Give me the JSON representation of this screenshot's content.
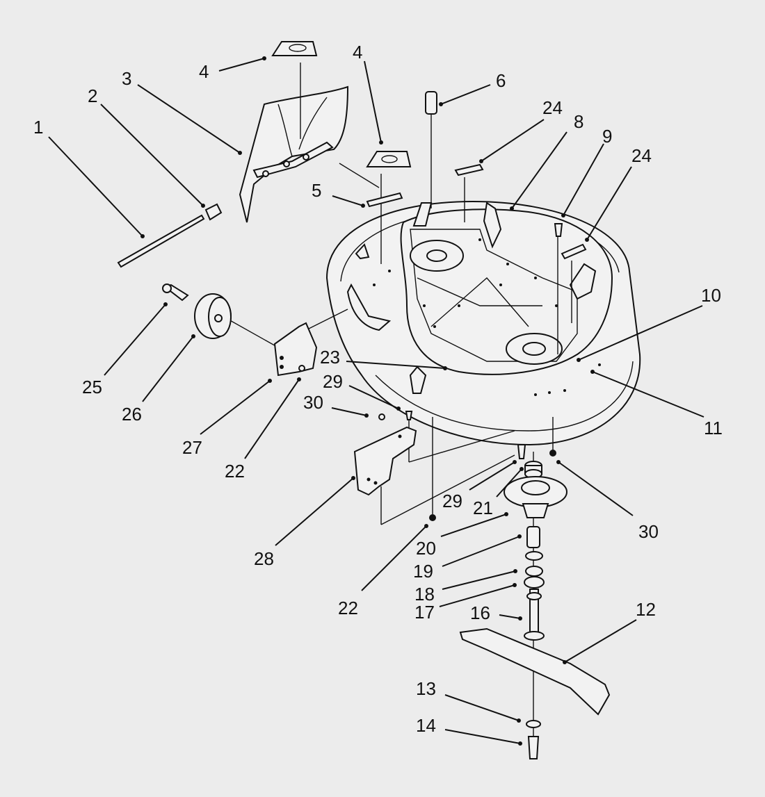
{
  "labels": {
    "l1": "1",
    "l2": "2",
    "l3": "3",
    "l4a": "4",
    "l4b": "4",
    "l5": "5",
    "l6": "6",
    "l24a": "24",
    "l8": "8",
    "l9": "9",
    "l24b": "24",
    "l10": "10",
    "l11": "11",
    "l23": "23",
    "l25": "25",
    "l26": "26",
    "l27": "27",
    "l22a": "22",
    "l29a": "29",
    "l30a": "30",
    "l28": "28",
    "l29b": "29",
    "l21": "21",
    "l30b": "30",
    "l20": "20",
    "l19": "19",
    "l18": "18",
    "l17": "17",
    "l16": "16",
    "l12": "12",
    "l22b": "22",
    "l13": "13",
    "l14": "14"
  }
}
